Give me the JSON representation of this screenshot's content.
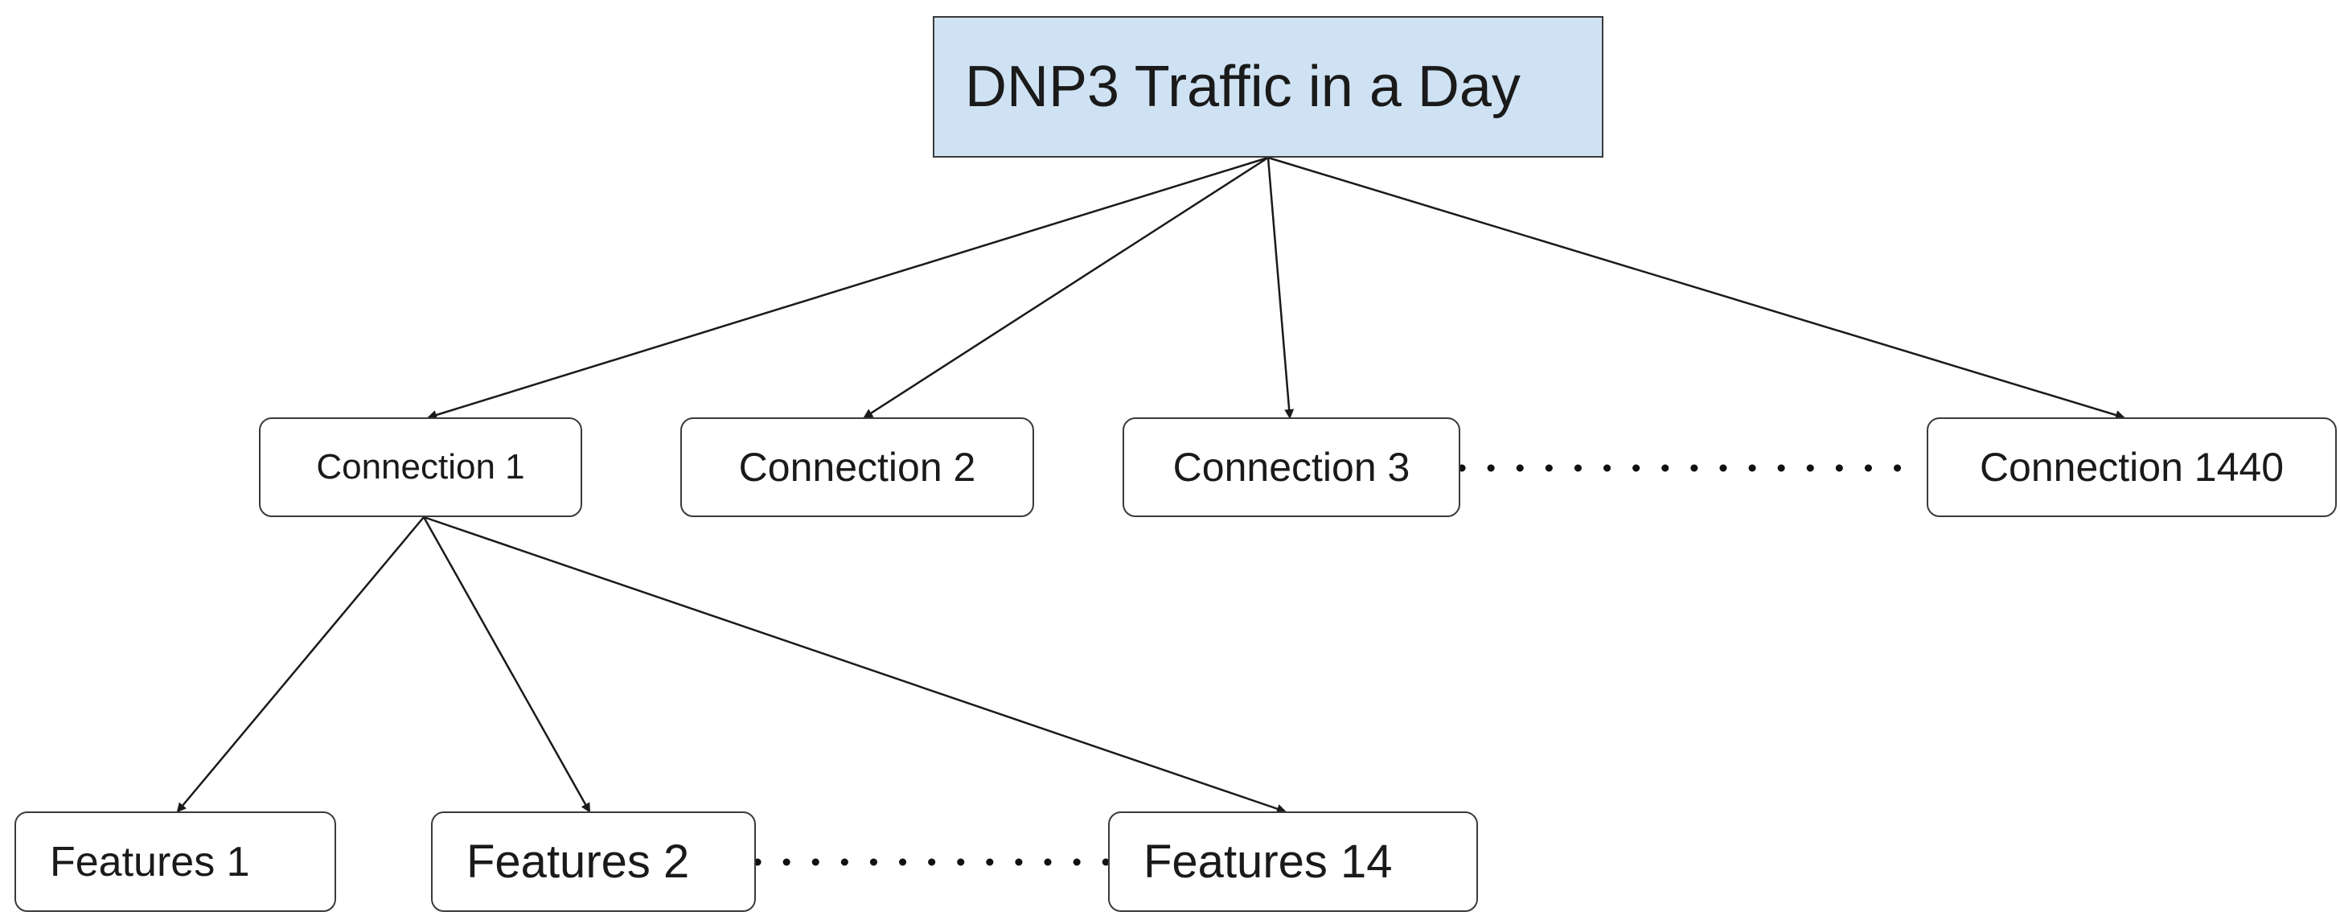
{
  "root": {
    "label": "DNP3 Traffic in a Day"
  },
  "connections": [
    {
      "label": "Connection 1"
    },
    {
      "label": "Connection 2"
    },
    {
      "label": "Connection 3"
    },
    {
      "label": "Connection 1440"
    }
  ],
  "features": [
    {
      "label": "Features 1"
    },
    {
      "label": "Features 2"
    },
    {
      "label": "Features 14"
    }
  ],
  "colors": {
    "root_fill": "#cfe2f3",
    "node_border": "#3a3a3a",
    "edge": "#1a1a1a"
  }
}
